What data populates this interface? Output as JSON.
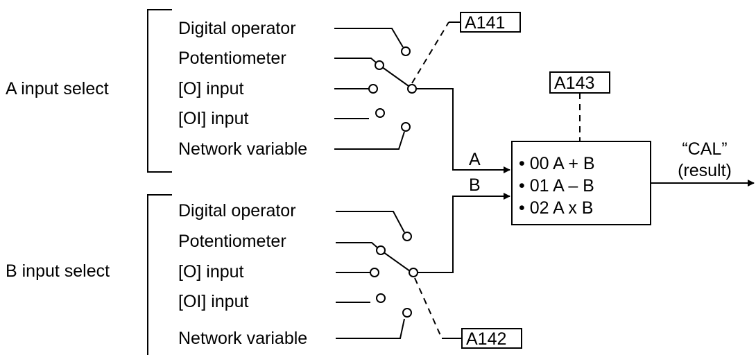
{
  "group_a": {
    "label": "A input select",
    "inputs": [
      "Digital operator",
      "Potentiometer",
      "[O] input",
      "[OI] input",
      "Network variable"
    ],
    "param": "A141",
    "line_label": "A"
  },
  "group_b": {
    "label": "B input select",
    "inputs": [
      "Digital operator",
      "Potentiometer",
      "[O] input",
      "[OI] input",
      "Network variable"
    ],
    "param": "A142",
    "line_label": "B"
  },
  "calc": {
    "param": "A143",
    "operations": [
      "• 00 A + B",
      "• 01 A – B",
      "• 02 A x B"
    ]
  },
  "output": {
    "label_line1": "“CAL”",
    "label_line2": "(result)"
  }
}
